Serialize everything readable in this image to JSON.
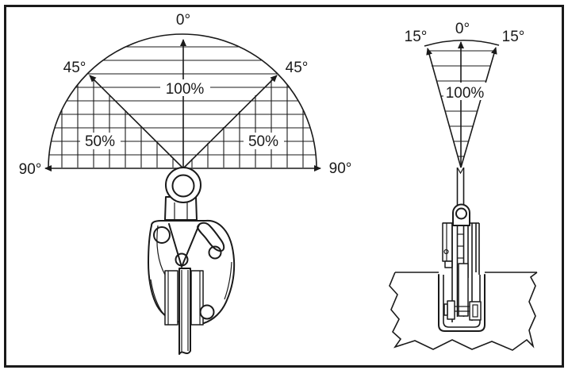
{
  "palette": {
    "ink": "#1a1a1a",
    "paper": "#ffffff"
  },
  "left_chart": {
    "description": "front view load-angle semicircle",
    "angle_labels": {
      "top": "0°",
      "mid_left": "45°",
      "mid_right": "45°",
      "end_left": "90°",
      "end_right": "90°"
    },
    "load_labels": {
      "full": "100%",
      "half_left": "50%",
      "half_right": "50%"
    }
  },
  "right_chart": {
    "description": "side view load-angle fan",
    "angle_labels": {
      "left": "15°",
      "top": "0°",
      "right": "15°"
    },
    "load_labels": {
      "full": "100%"
    }
  }
}
